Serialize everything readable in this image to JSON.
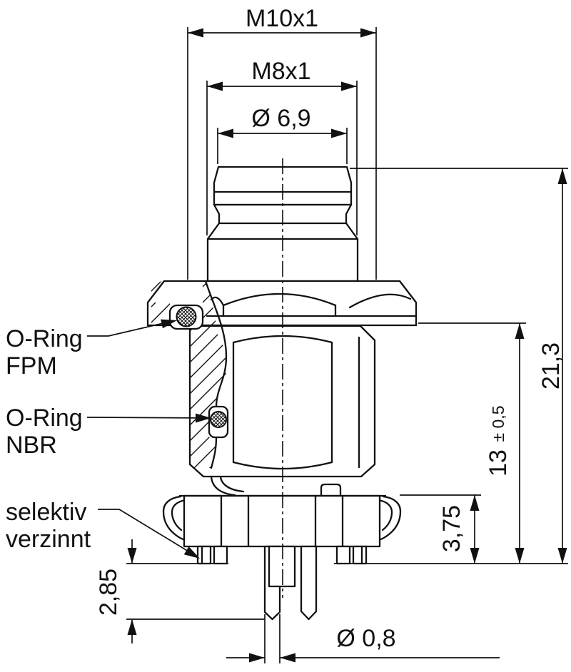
{
  "drawing": {
    "background": "#ffffff",
    "line_color": "#111111",
    "dimensions": {
      "thread_outer": "M10x1",
      "thread_inner": "M8x1",
      "diameter_plug": "Ø 6,9",
      "height_total": "21,3",
      "height_body": "13",
      "height_body_tolerance": "± 0,5",
      "height_flange": "3,75",
      "pin_protrusion": "2,85",
      "pin_diameter": "Ø 0,8"
    },
    "labels": {
      "oring_fpm_line1": "O-Ring",
      "oring_fpm_line2": "FPM",
      "oring_nbr_line1": "O-Ring",
      "oring_nbr_line2": "NBR",
      "tin_line1": "selektiv",
      "tin_line2": "verzinnt"
    }
  }
}
